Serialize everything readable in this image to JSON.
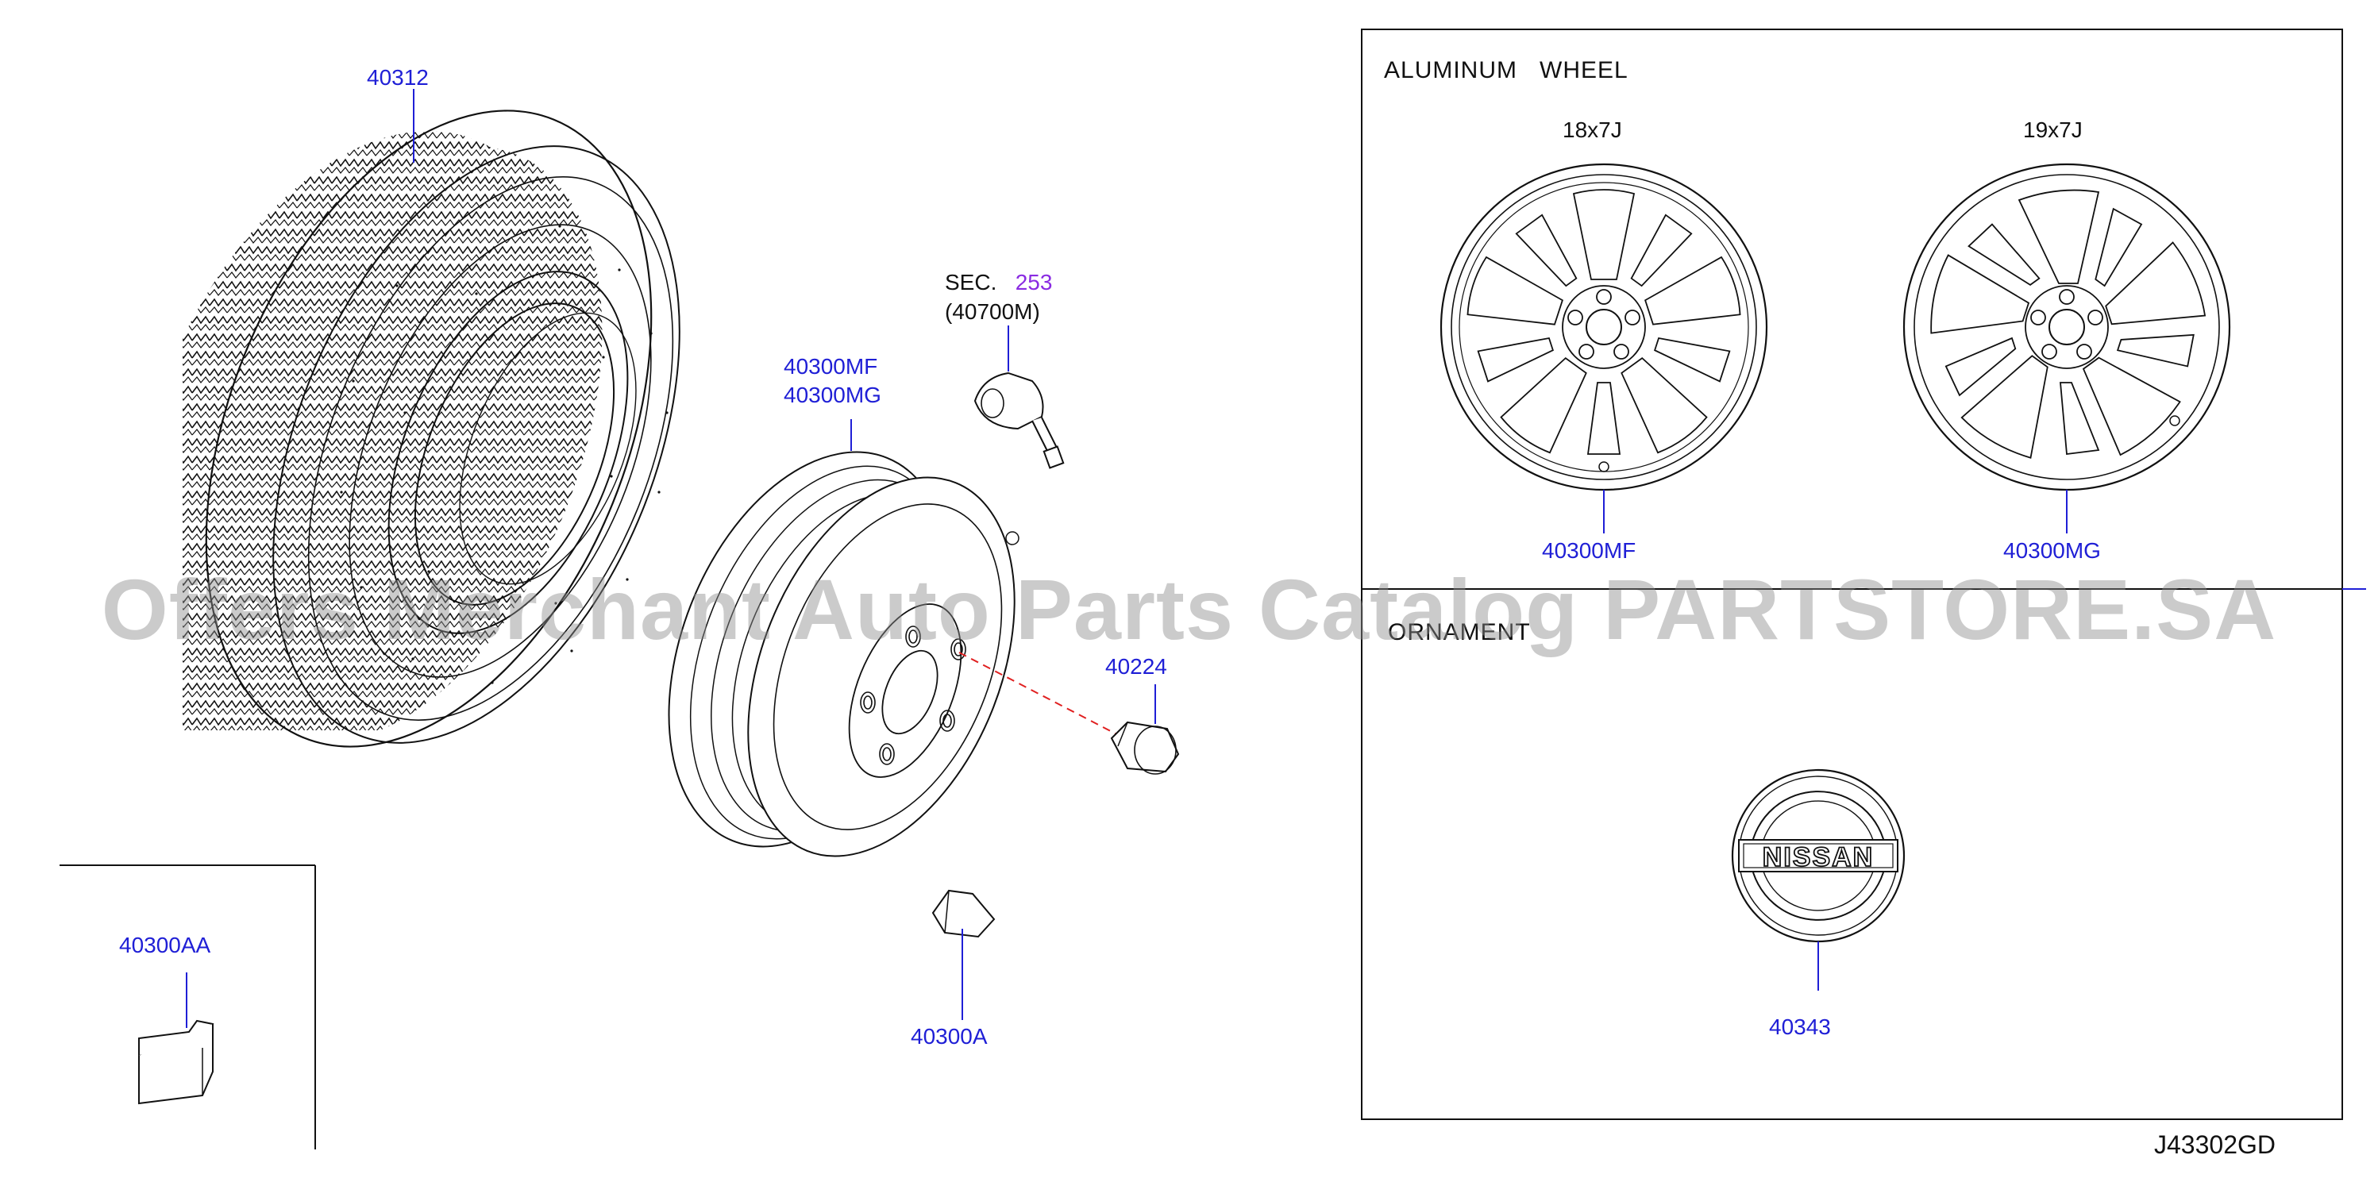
{
  "parts": {
    "tire": "40312",
    "steel_wheel_mf": "40300MF",
    "steel_wheel_mg": "40300MG",
    "balance_weight_aa": "40300AA",
    "valve_clip": "40300A",
    "wheel_nut": "40224",
    "alloy_18_part": "40300MF",
    "alloy_19_part": "40300MG",
    "ornament_part": "40343"
  },
  "sensor": {
    "sec_prefix": "SEC.",
    "sec_number": "253",
    "sub_part": "(40700M)"
  },
  "sections": {
    "aluminum_wheel": "ALUMINUM   WHEEL",
    "size_18": "18x7J",
    "size_19": "19x7J",
    "ornament": "ORNAMENT"
  },
  "badge_text": "NISSAN",
  "diagram_code": "J43302GD",
  "watermark": "Offers Merchant Auto Parts Catalog PARTSTORE.SA",
  "colors": {
    "part_label": "#1f1fd6",
    "section_link": "#8a2be2",
    "line": "#111111",
    "leader": "#1f1fd6",
    "dashed_leader": "#e02020"
  }
}
